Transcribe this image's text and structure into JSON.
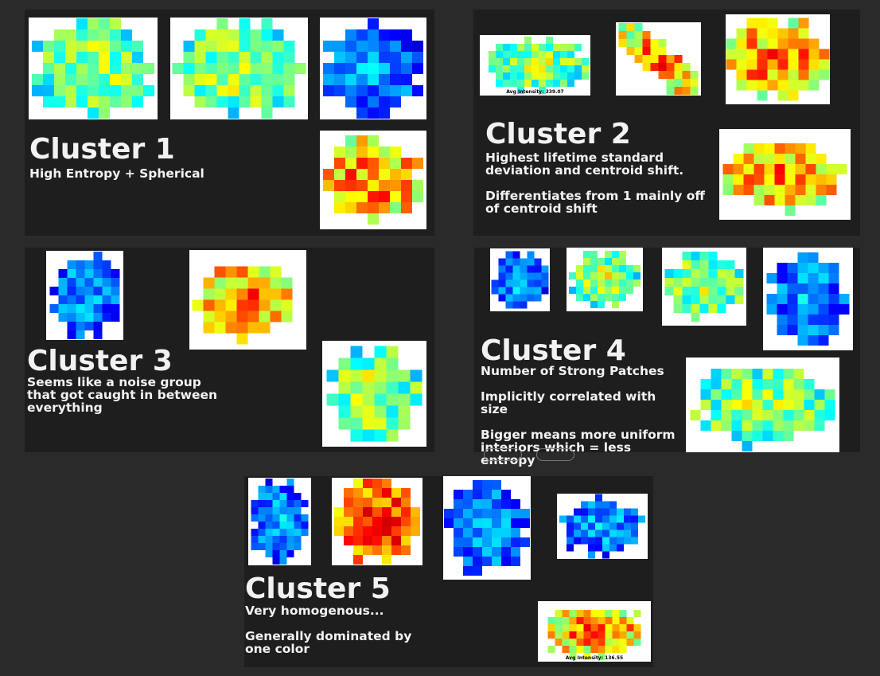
{
  "clusters": {
    "c1": {
      "title": "Cluster 1",
      "description": "High Entropy + Spherical"
    },
    "c2": {
      "title": "Cluster 2",
      "description": "Highest lifetime standard deviation and centroid shift.\n\nDifferentiates from 1 mainly off of centroid shift"
    },
    "c3": {
      "title": "Cluster 3",
      "description": "Seems like a noise group that got caught in between everything"
    },
    "c4": {
      "title": "Cluster 4",
      "description": "Number of Strong Patches\n\nImplicitly correlated with size\n\nBigger means more uniform interiors which = less entropy"
    },
    "c5": {
      "title": "Cluster 5",
      "description": "Very homogenous...\n\nGenerally dominated by one color"
    }
  },
  "captions": {
    "c2_avg": "Avg Intensity: 339.07",
    "c5_avg": "Avg Intensity: 136.55"
  }
}
